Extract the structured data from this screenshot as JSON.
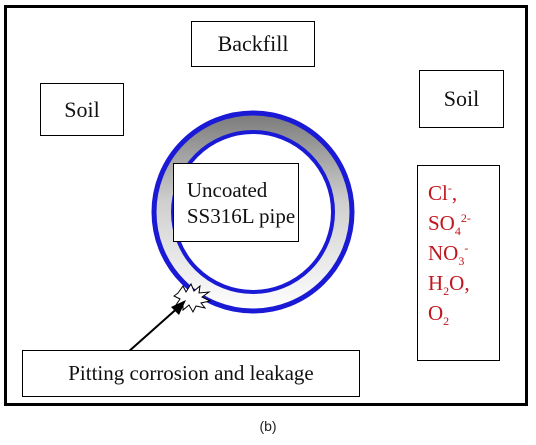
{
  "labels": {
    "backfill": "Backfill",
    "soil_left": "Soil",
    "soil_right": "Soil",
    "pipe_line1": "Uncoated",
    "pipe_line2": "SS316L pipe",
    "caption": "Pitting corrosion and leakage"
  },
  "ions": [
    {
      "base": "Cl",
      "sub": "",
      "sup": "-",
      "tail": ","
    },
    {
      "base": "SO",
      "sub": "4",
      "sup": "2-",
      "tail": ""
    },
    {
      "base": "NO",
      "sub": "3",
      "sup": "-",
      "tail": ""
    },
    {
      "base": "H",
      "sub": "2",
      "sup": "",
      "tail": "O,"
    },
    {
      "base": "O",
      "sub": "2",
      "sup": "",
      "tail": ""
    }
  ],
  "figure_label": "(b)",
  "colors": {
    "ring": "#1a1ad6",
    "ion_text": "#c0161e"
  }
}
